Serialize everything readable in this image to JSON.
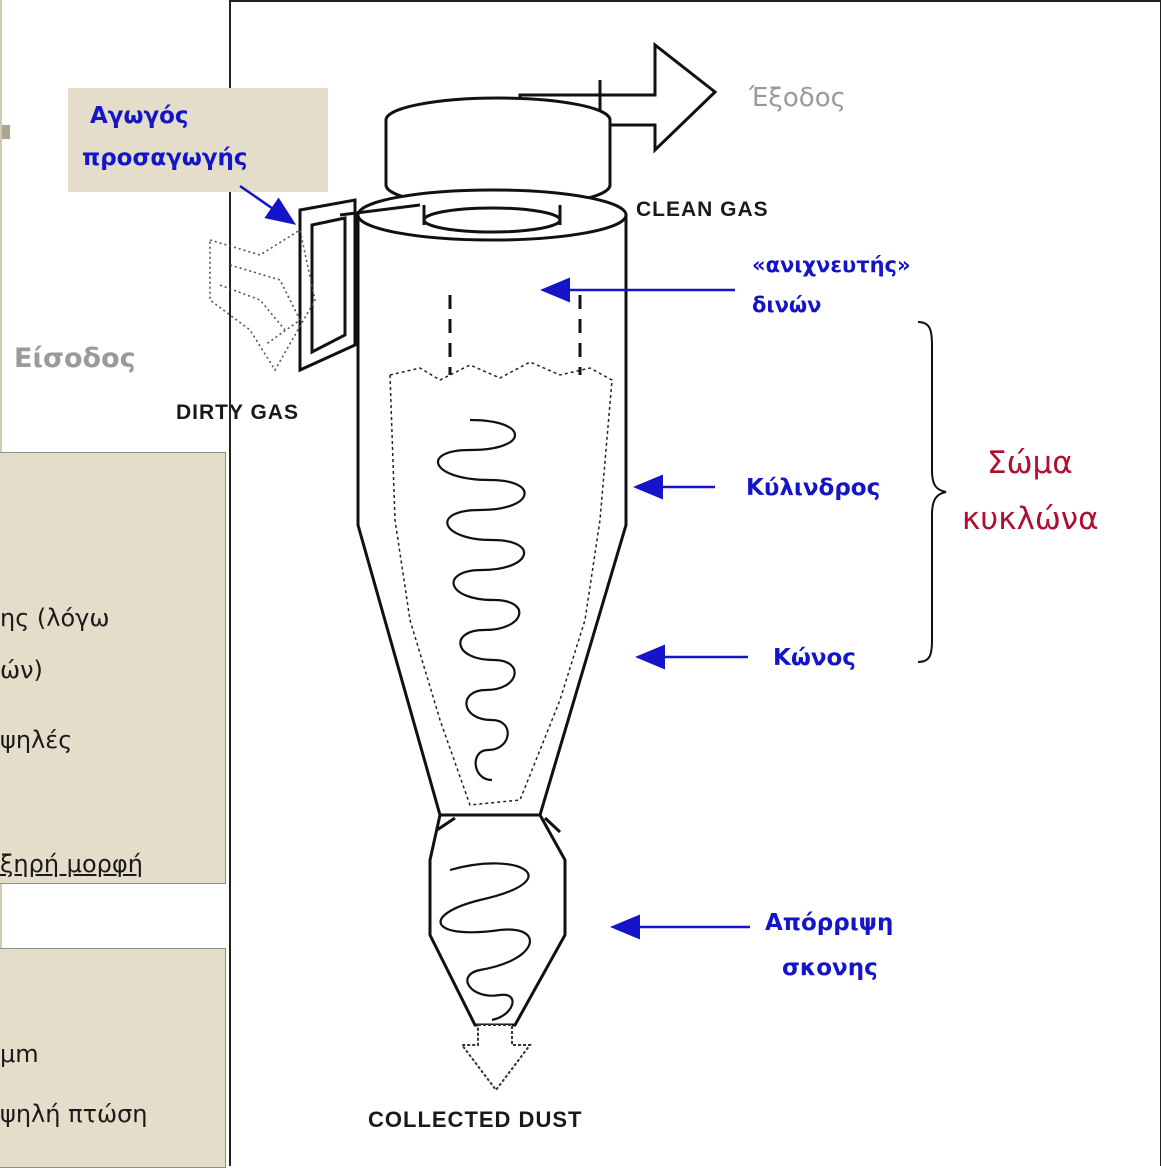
{
  "labels": {
    "inlet_duct": [
      "Αγωγός",
      "προσαγωγής"
    ],
    "outlet": "Έξοδος",
    "inlet": "Είσοδος",
    "clean_gas": "CLEAN GAS",
    "dirty_gas": "DIRTY GAS",
    "vortex_finder": [
      "«ανιχνευτής»",
      "δινών"
    ],
    "cylinder": "Κύλινδρος",
    "cone": "Κώνος",
    "cyclone_body": [
      "Σώμα",
      "κυκλώνα"
    ],
    "dust_discharge": [
      "Απόρριψη",
      "σκονης"
    ],
    "collected_dust": "COLLECTED DUST"
  },
  "left_panel_1": {
    "lines": [
      "ης (λόγω",
      "ών)",
      "ψηλές",
      "ξηρή μορφή"
    ]
  },
  "left_panel_2": {
    "lines": [
      "μm",
      "ψηλή πτώση"
    ]
  },
  "colors": {
    "label_blue": "#1414c8",
    "body_red": "#b01030",
    "panel_bg": "#e4ddc9",
    "grey_text": "#9a9a9a"
  }
}
